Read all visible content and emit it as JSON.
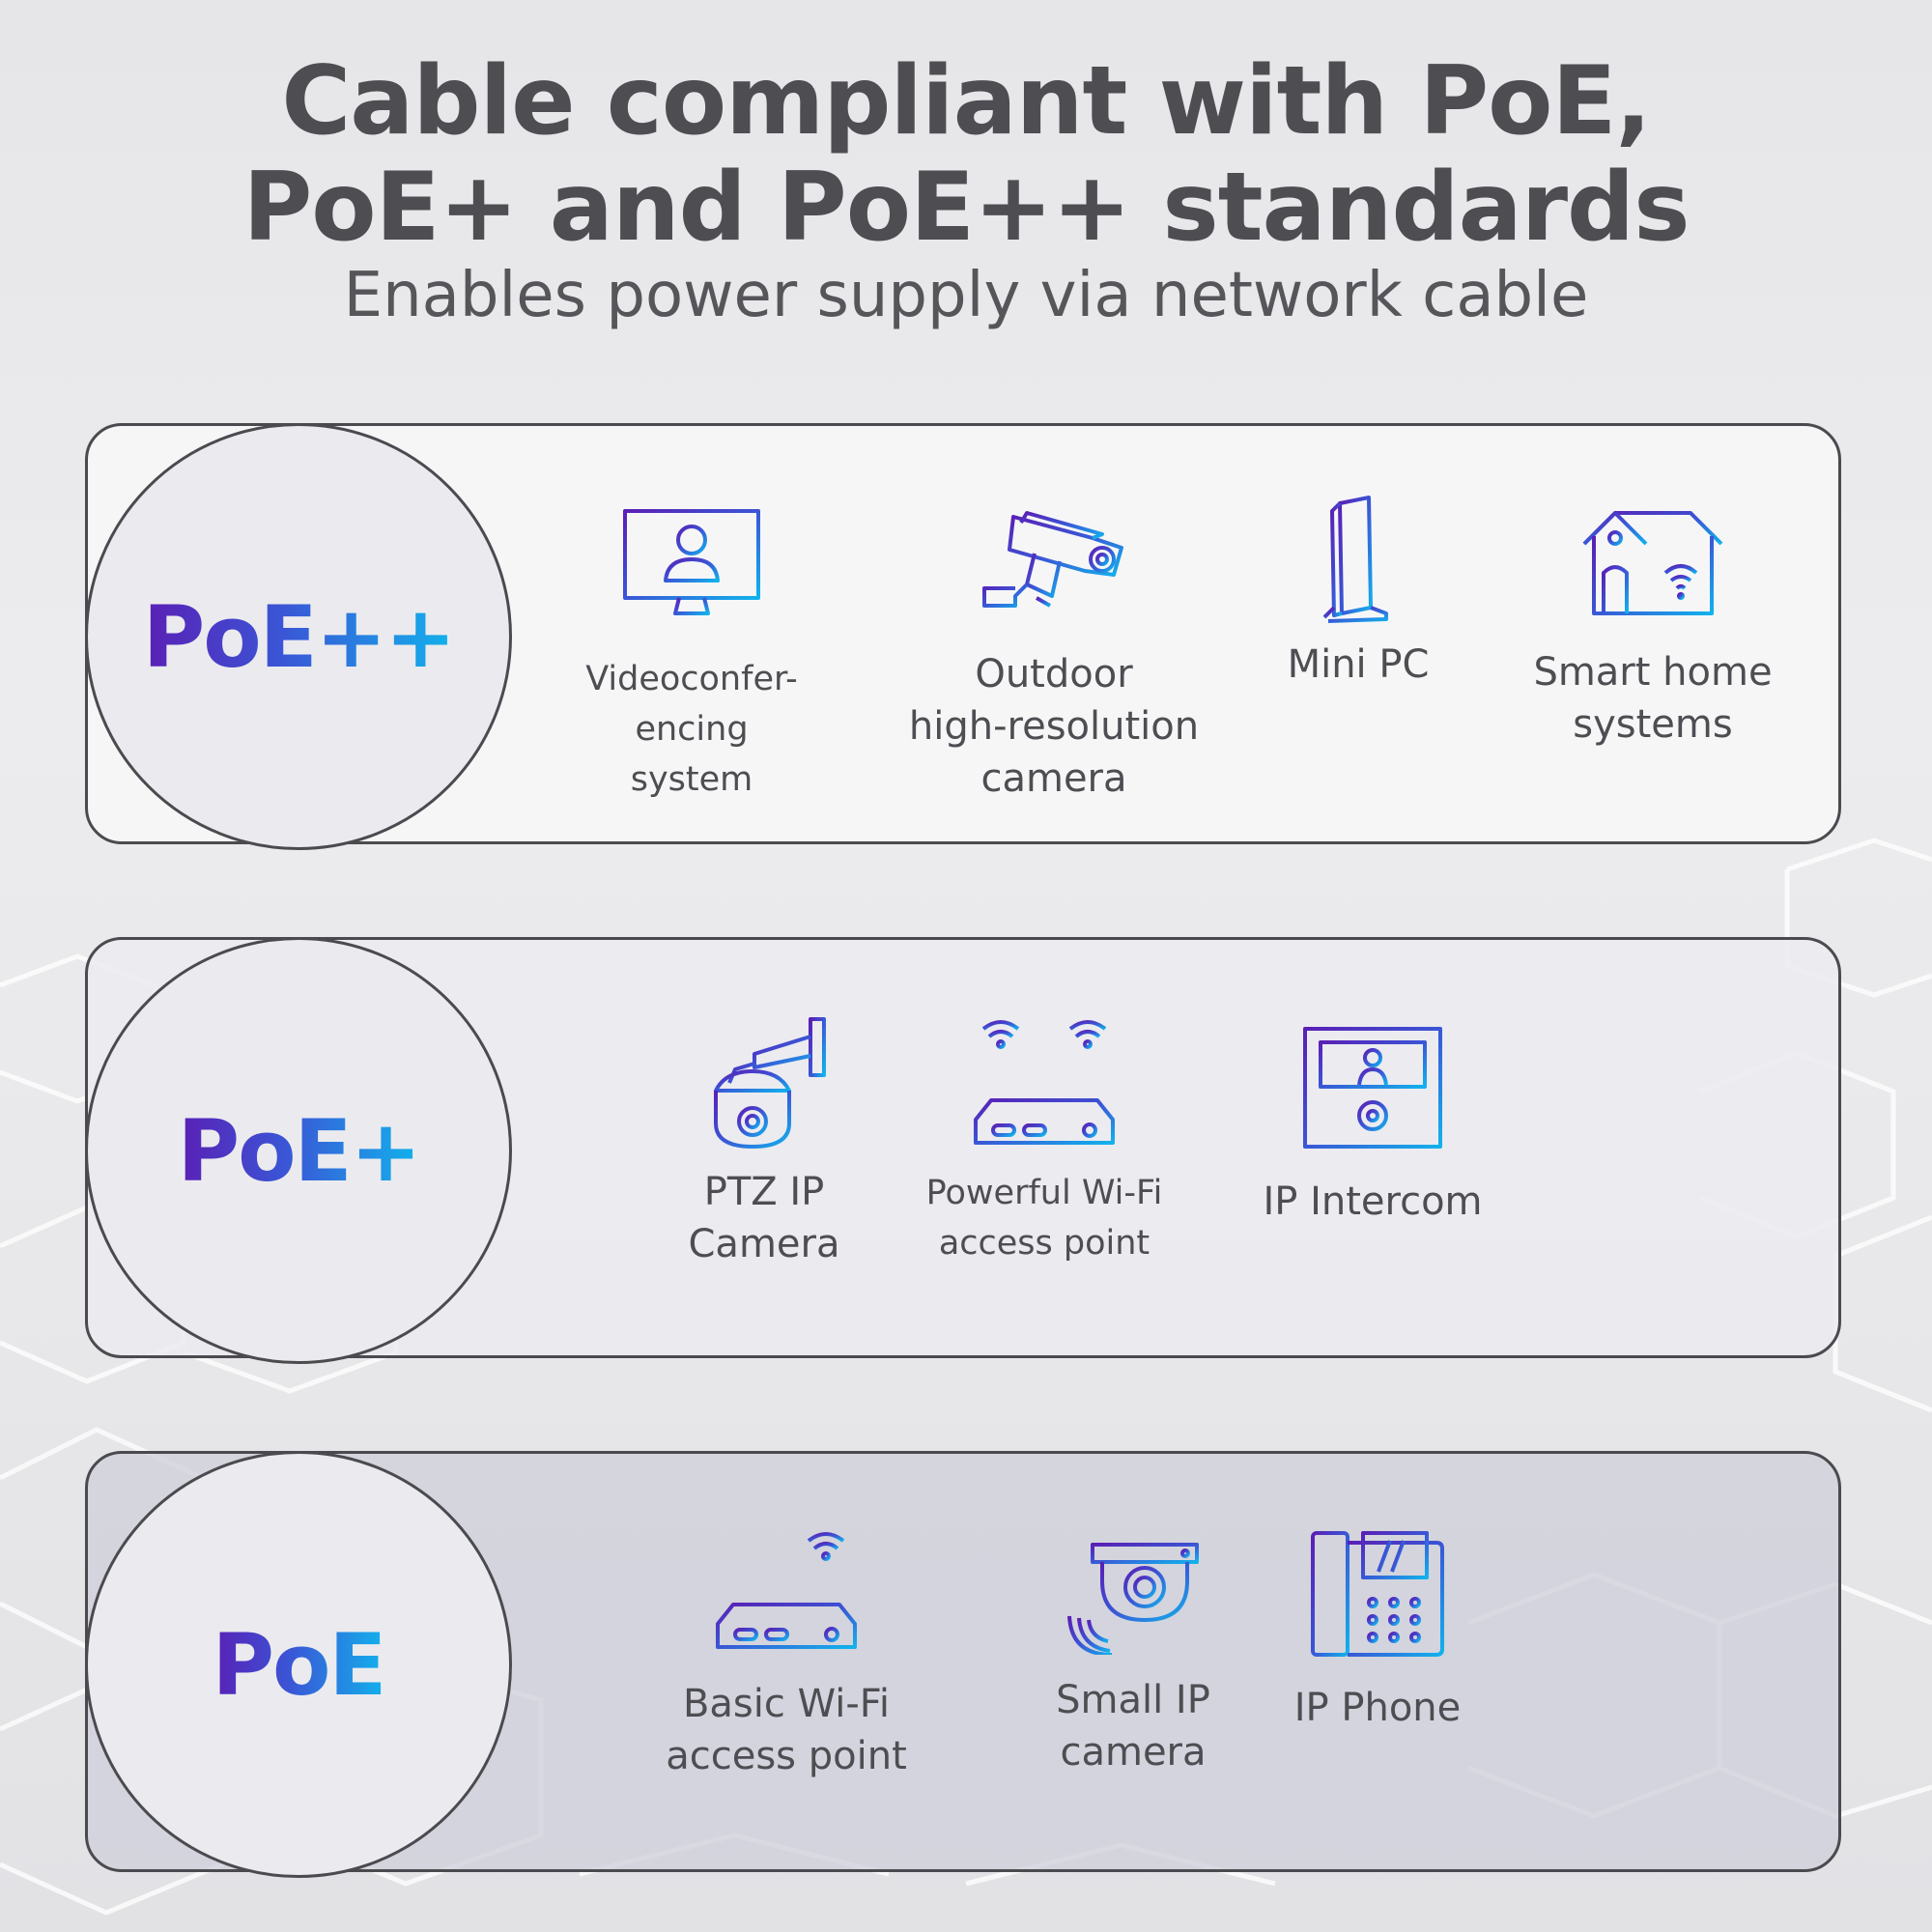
{
  "header": {
    "title_line1": "Cable compliant with PoE,",
    "title_line2": "PoE+ and PoE++ standards",
    "subtitle": "Enables power supply via network cable"
  },
  "tiers": [
    {
      "badge": "PoE++",
      "devices": [
        {
          "icon": "monitor-user-icon",
          "line1": "Videoconfer-",
          "line2": "encing",
          "line3": "system"
        },
        {
          "icon": "security-camera-icon",
          "line1": "Outdoor",
          "line2": "high-resolution",
          "line3": "camera"
        },
        {
          "icon": "mini-pc-icon",
          "line1": "Mini PC"
        },
        {
          "icon": "smart-home-icon",
          "line1": "Smart home",
          "line2": "systems"
        }
      ]
    },
    {
      "badge": "PoE+",
      "devices": [
        {
          "icon": "ptz-camera-icon",
          "line1": "PTZ IP",
          "line2": "Camera"
        },
        {
          "icon": "router-dual-antenna-icon",
          "line1": "Powerful Wi-Fi",
          "line2": "access point"
        },
        {
          "icon": "intercom-icon",
          "line1": "IP Intercom"
        }
      ]
    },
    {
      "badge": "PoE",
      "devices": [
        {
          "icon": "router-single-antenna-icon",
          "line1": "Basic Wi-Fi",
          "line2": "access point"
        },
        {
          "icon": "dome-camera-icon",
          "line1": "Small IP",
          "line2": "camera"
        },
        {
          "icon": "ip-phone-icon",
          "line1": "IP Phone"
        }
      ]
    }
  ],
  "colors": {
    "gradient_start": "#5a1fb5",
    "gradient_end": "#12b2ec",
    "text": "#4d4d52",
    "border": "#4a4a4f"
  }
}
